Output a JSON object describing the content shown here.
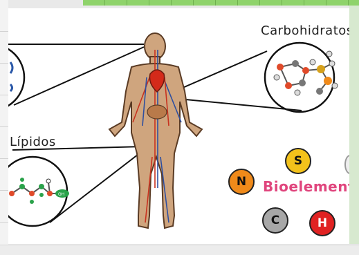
{
  "labels": {
    "carbohidratos": "Carbohidratos",
    "lipidos": "Lípidos",
    "bioelementos": "Bioelemente"
  },
  "elements": {
    "sulfur": "S",
    "nitrogen": "N",
    "carbon": "C",
    "hydrogen": "H"
  },
  "molecule": {
    "oh_label": "OH"
  },
  "colors": {
    "sulfur": "#f3c21b",
    "nitrogen": "#f08a1a",
    "carbon": "#a7a7a7",
    "hydrogen": "#e02222",
    "bioelementos_text": "#e0457d",
    "spreadsheet_green": "#8fd36b"
  }
}
